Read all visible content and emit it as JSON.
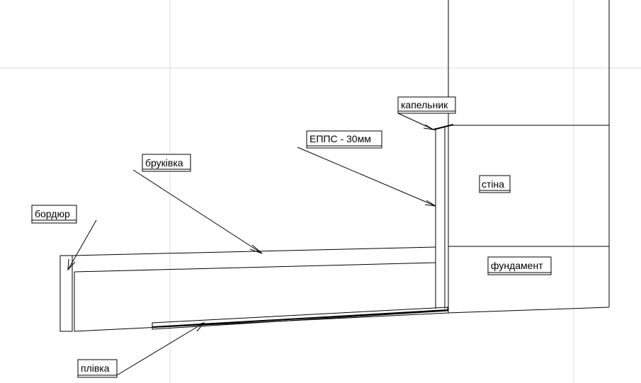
{
  "labels": {
    "kapelnyk": "капельник",
    "epps": "ЕППС - 30мм",
    "brukivka": "бруківка",
    "bordiur": "бордюр",
    "stina": "стіна",
    "fundament": "фундамент",
    "plivka": "плівка"
  },
  "colors": {
    "line": "#000000",
    "grid": "#dcdcdc",
    "background": "#ffffff"
  }
}
